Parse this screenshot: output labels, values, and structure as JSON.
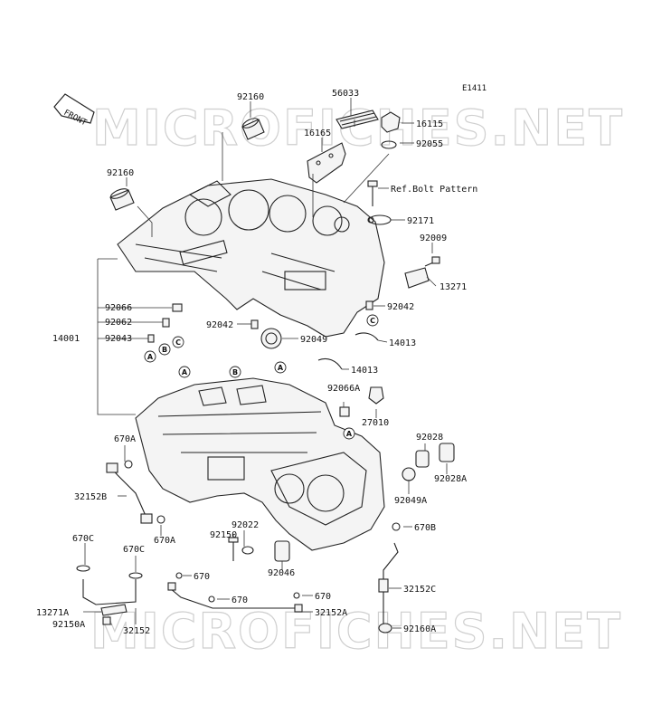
{
  "diagram_code": "E1411",
  "front_label": "FRONT",
  "watermark_text": "MICROFICHES.NET",
  "part_labels": [
    {
      "id": "92160a",
      "text": "92160"
    },
    {
      "id": "56033",
      "text": "56033"
    },
    {
      "id": "16115",
      "text": "16115"
    },
    {
      "id": "16165",
      "text": "16165"
    },
    {
      "id": "92055",
      "text": "92055"
    },
    {
      "id": "92160b",
      "text": "92160"
    },
    {
      "id": "refbolt",
      "text": "Ref.Bolt Pattern"
    },
    {
      "id": "92171",
      "text": "92171"
    },
    {
      "id": "92009",
      "text": "92009"
    },
    {
      "id": "13271",
      "text": "13271"
    },
    {
      "id": "92066",
      "text": "92066"
    },
    {
      "id": "92062",
      "text": "92062"
    },
    {
      "id": "14001",
      "text": "14001"
    },
    {
      "id": "92043",
      "text": "92043"
    },
    {
      "id": "92042a",
      "text": "92042"
    },
    {
      "id": "92042b",
      "text": "92042"
    },
    {
      "id": "92049",
      "text": "92049"
    },
    {
      "id": "14013a",
      "text": "14013"
    },
    {
      "id": "14013b",
      "text": "14013"
    },
    {
      "id": "92066A",
      "text": "92066A"
    },
    {
      "id": "27010",
      "text": "27010"
    },
    {
      "id": "670A_1",
      "text": "670A"
    },
    {
      "id": "92028",
      "text": "92028"
    },
    {
      "id": "92028A",
      "text": "92028A"
    },
    {
      "id": "32152B",
      "text": "32152B"
    },
    {
      "id": "92049A",
      "text": "92049A"
    },
    {
      "id": "670A_2",
      "text": "670A"
    },
    {
      "id": "92022",
      "text": "92022"
    },
    {
      "id": "670B",
      "text": "670B"
    },
    {
      "id": "92150",
      "text": "92150"
    },
    {
      "id": "670C_1",
      "text": "670C"
    },
    {
      "id": "670C_2",
      "text": "670C"
    },
    {
      "id": "92046",
      "text": "92046"
    },
    {
      "id": "670_1",
      "text": "670"
    },
    {
      "id": "670_2",
      "text": "670"
    },
    {
      "id": "670_3",
      "text": "670"
    },
    {
      "id": "32152C",
      "text": "32152C"
    },
    {
      "id": "13271A",
      "text": "13271A"
    },
    {
      "id": "32152A",
      "text": "32152A"
    },
    {
      "id": "92150A",
      "text": "92150A"
    },
    {
      "id": "32152",
      "text": "32152"
    },
    {
      "id": "92160A",
      "text": "92160A"
    }
  ],
  "callout_letters": [
    "A",
    "B",
    "C"
  ]
}
